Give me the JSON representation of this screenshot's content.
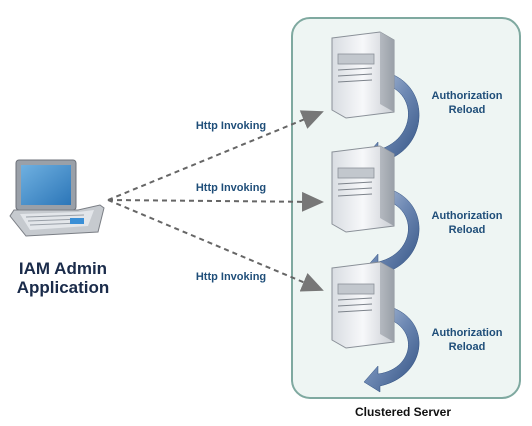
{
  "app": {
    "label_line1": "IAM Admin",
    "label_line2": "Application"
  },
  "invocations": [
    {
      "label": "Http Invoking"
    },
    {
      "label": "Http Invoking"
    },
    {
      "label": "Http Invoking"
    }
  ],
  "servers": [
    {
      "reload_line1": "Authorization",
      "reload_line2": "Reload"
    },
    {
      "reload_line1": "Authorization",
      "reload_line2": "Reload"
    },
    {
      "reload_line1": "Authorization",
      "reload_line2": "Reload"
    }
  ],
  "cluster": {
    "label": "Clustered Server"
  },
  "colors": {
    "cluster_fill": "#eef5f3",
    "cluster_border": "#7fa9a0",
    "label_blue": "#1f4e79",
    "arrow_dashes": "#666666",
    "reload_arrow": "#4a6a9a"
  }
}
